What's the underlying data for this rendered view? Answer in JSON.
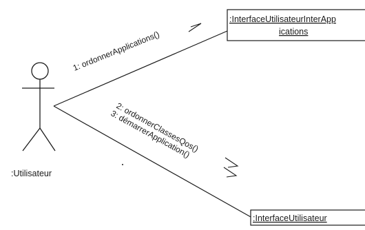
{
  "actor": {
    "label": ":Utilisateur"
  },
  "objects": {
    "top": {
      "line1": ":InterfaceUtilisateurInterApp",
      "line2": "ications"
    },
    "bottom": {
      "name": ":InterfaceUtilisateur"
    }
  },
  "messages": {
    "m1": "1: ordonnerApplications()",
    "m2": "2: ordonnerClassesQos()",
    "m3": "3: démarrerApplication()"
  },
  "colors": {
    "ink": "#1a1a1a",
    "background": "#ffffff"
  }
}
